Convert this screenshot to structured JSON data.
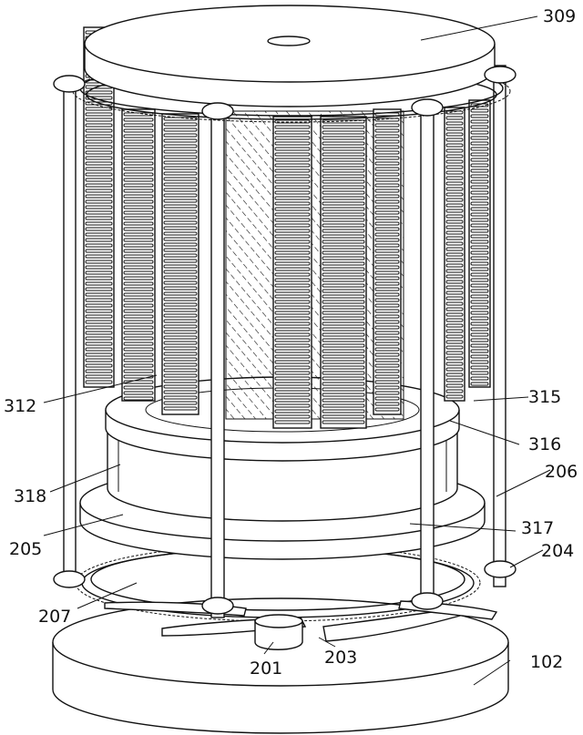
{
  "figure": {
    "labels": {
      "l309": "309",
      "l312": "312",
      "l315": "315",
      "l316": "316",
      "l206": "206",
      "l318": "318",
      "l317": "317",
      "l205": "205",
      "l204": "204",
      "l207": "207",
      "l201": "201",
      "l203": "203",
      "l102": "102"
    }
  }
}
